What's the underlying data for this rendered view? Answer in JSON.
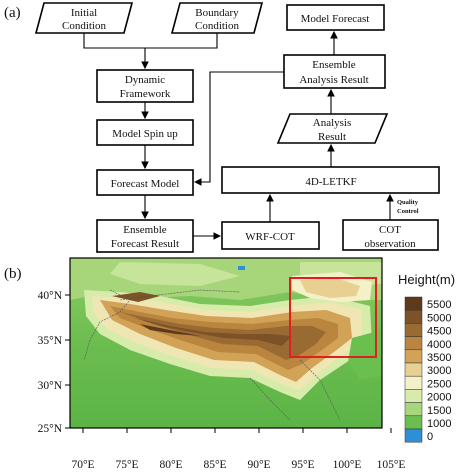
{
  "panel_a": {
    "label": "(a)",
    "nodes": {
      "initial": [
        "Initial",
        "Condition"
      ],
      "boundary": [
        "Boundary",
        "Condition"
      ],
      "dynamic": [
        "Dynamic",
        "Framework"
      ],
      "spinup": [
        "Model Spin up"
      ],
      "forecast_model": [
        "Forecast Model"
      ],
      "ens_forecast": [
        "Ensemble",
        "Forecast Result"
      ],
      "wrf_cot": [
        "WRF-COT"
      ],
      "cot_obs": [
        "COT",
        "observation"
      ],
      "letkf": [
        "4D-LETKF"
      ],
      "analysis": [
        "Analysis",
        "Result"
      ],
      "ens_analysis": [
        "Ensemble",
        "Analysis Result"
      ],
      "model_forecast": [
        "Model Forecast"
      ]
    },
    "quality_control": [
      "Quality",
      "Control"
    ]
  },
  "panel_b": {
    "label": "(b)",
    "lat_ticks": [
      "40°N",
      "35°N",
      "30°N",
      "25°N"
    ],
    "lon_ticks": [
      "70°E",
      "75°E",
      "80°E",
      "85°E",
      "90°E",
      "95°E",
      "100°E",
      "105°E"
    ],
    "legend": {
      "title": "Height(m)",
      "levels": [
        "5500",
        "5000",
        "4500",
        "4000",
        "3500",
        "3000",
        "2500",
        "2000",
        "1500",
        "1000",
        "0"
      ],
      "colors": [
        "#5c3a1a",
        "#7d5228",
        "#9a6a33",
        "#b9853f",
        "#d2a257",
        "#e8cf92",
        "#f4f0c8",
        "#d7ecaa",
        "#a8d67c",
        "#6bbf4e",
        "#2e8fd8"
      ]
    }
  }
}
